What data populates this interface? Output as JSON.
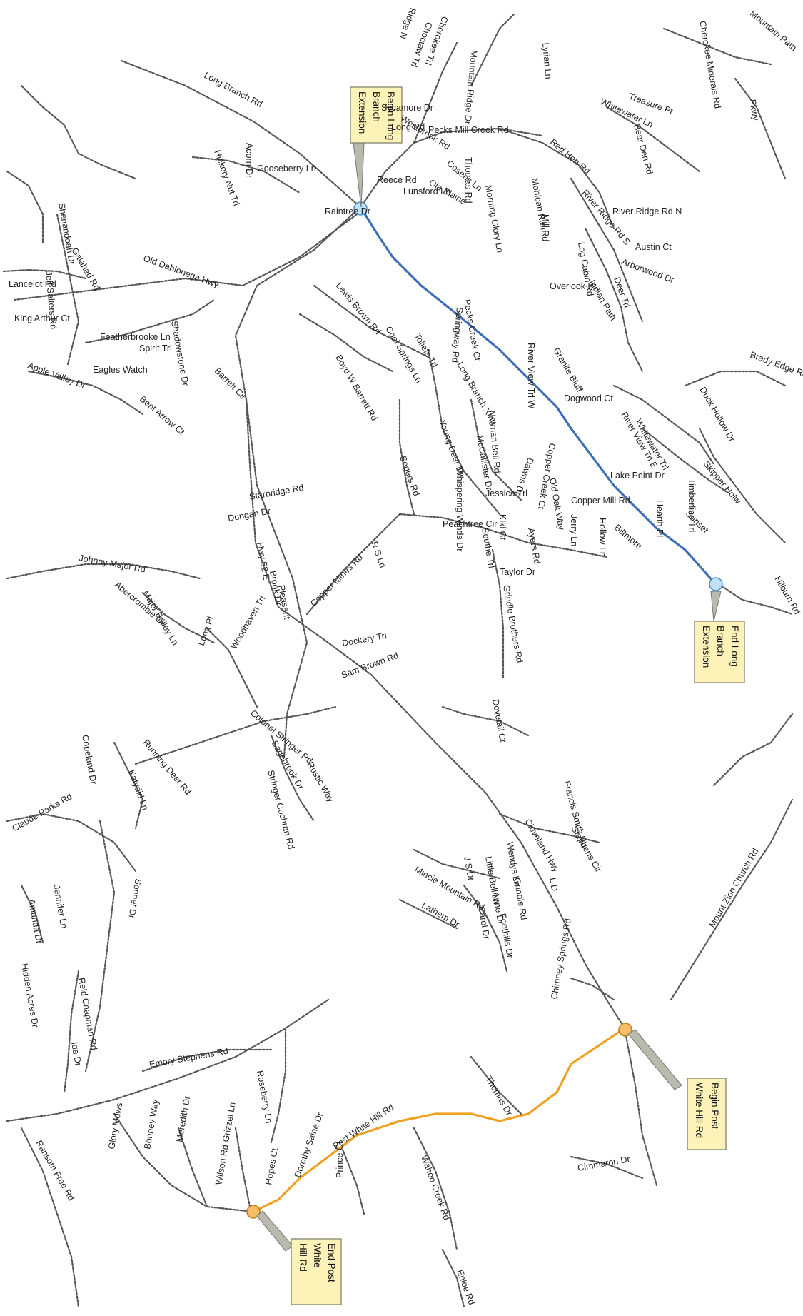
{
  "colors": {
    "road": "#555555",
    "long_branch_route": "#3d6fb8",
    "white_hill_route": "#f0a020",
    "callout_fill": "#fdf3b8",
    "blue_marker": "#bfe0f5",
    "orange_marker": "#f7be6a"
  },
  "callouts": {
    "begin_long_branch": [
      "Begin Long",
      "Branch",
      "Extension"
    ],
    "end_long_branch": [
      "End Long",
      "Branch",
      "Extension"
    ],
    "begin_post_white_hill": [
      "Begin Post",
      "White Hill Rd"
    ],
    "end_post_white_hill": [
      "End Post",
      "White",
      "Hill Rd"
    ]
  },
  "roads": {
    "long_branch_rd": "Long Branch Rd",
    "long_rd": "Long Rd",
    "pecks_mill_creek_rd": "Pecks Mill Creek Rd",
    "sycamore_dr": "Sycamore Dr",
    "westbrook_rd": "Westbrook Rd",
    "thomas_rd": "Thomas Rd",
    "cherokee_trl": "Cherokee Trl",
    "choctaw_trl": "Choctaw Trl",
    "ridge_n": "Ridge N",
    "mountain_ridge_dr": "Mountain Ridge Dr",
    "lyrian_ln": "Lyrian Ln",
    "treasure_pt": "Treasure Pt",
    "whitewater_ln": "Whitewater Ln",
    "bear_den_rd": "Bear Den Rd",
    "cherokee_minerals_rd": "Cherokee Minerals Rd",
    "mountain_path": "Mountain Path",
    "pkwy": "Pkwy",
    "reece_rd": "Reece Rd",
    "lunsford_ln": "Lunsford Ln",
    "ola_blaine": "Ola Blaine",
    "cosens_ln": "Cosens Ln",
    "morning_glory_ln": "Morning Glory Ln",
    "red_hen_rd": "Red Hen Rd",
    "mohican_run": "Mohican Run",
    "mill_rd": "Mill Rd",
    "river_ridge_rd_s": "River Ridge Rd S",
    "river_ridge_rd_n": "River Ridge Rd N",
    "austin_ct": "Austin Ct",
    "arborwood_dr": "Arborwood Dr",
    "log_cabin_rd": "Log Cabin Rd",
    "overlook_pt": "Overlook Pt",
    "indian_path": "Indian Path",
    "deer_trl": "Deer Trl",
    "gooseberry_ln": "Gooseberry Ln",
    "acorn_dr": "Acorn Dr",
    "hickory_nut_trl": "Hickory Nut Trl",
    "raintree_dr": "Raintree Dr",
    "shenandoah_dr": "Shenandoah Dr",
    "galahad_rd": "Galahad Rd",
    "lancelot_rd": "Lancelot Rd",
    "jeff_salters_rd": "Jeff Salters Rd",
    "king_arthur_ct": "King Arthur Ct",
    "old_dahlonega_hwy": "Old Dahlonega Hwy",
    "featherbrooke_ln": "Featherbrooke Ln",
    "shadowstone_dr": "Shadowstone Dr",
    "spirit_trl": "Spirit Trl",
    "apple_valley_dr": "Apple Valley Dr",
    "eagles_watch": "Eagles Watch",
    "bent_arrow_ct": "Bent Arrow Ct",
    "barrett_cir": "Barrett Cir",
    "lewis_brown_rd": "Lewis Brown Rd",
    "cool_springs_ln": "Cool Springs Ln",
    "toliefs_trl": "Toliefs Trl",
    "boyd_w_barrett_rd": "Boyd W Barrett Rd",
    "pecks_creek_ct": "Pecks Creek Ct",
    "springway_rd": "Springway Rd",
    "long_branch_xing": "Long Branch Xing",
    "river_view_trl_w": "River View Trl W",
    "granite_bluff": "Granite Bluff",
    "brady_edge_rd": "Brady Edge Rd",
    "duck_hollow_dr": "Duck Hollow Dr",
    "dogwood_ct": "Dogwood Ct",
    "river_view_trl_e": "River View Trl E",
    "copper_creek_ct": "Copper Creek Ct",
    "whitewater_trl": "Whitewater Trl",
    "skipper_holw": "Skipper Holw",
    "young_deer_dr": "Young Deer Dr",
    "norman_bell_rd": "Norman Bell Rd",
    "mccallister_dr": "McCallister Dr",
    "dawns_dr": "Dawns Dr",
    "whispering_winds_dr": "Whispering Winds Dr",
    "old_oak_way": "Old Oak Way",
    "lake_point_dr": "Lake Point Dr",
    "timberline_trl": "Timberline Trl",
    "hearth_pl": "Hearth Pl",
    "sunset": "Sunset",
    "jessica_trl": "Jessica Trl",
    "kiki_ct": "Kiki Ct",
    "ayers_rd": "Ayers Rd",
    "jerry_ln": "Jerry Ln",
    "copper_mill_rd": "Copper Mill Rd",
    "hollow_ln": "Hollow Ln",
    "biltmore": "Biltmore",
    "hilburn_rd": "Hilburn Rd",
    "segers_rd": "Segers Rd",
    "peachtree_cir": "Peachtree Cir",
    "southe_trl": "Southe Trl",
    "taylor_dr": "Taylor Dr",
    "grindle_brothers_rd": "Grindle Brothers Rd",
    "starbridge_rd": "Starbridge Rd",
    "dungan_dr": "Dungan Dr",
    "hwy_52_e": "Hwy 52 E",
    "brook_dr": "Brook Dr",
    "pleasant": "Pleasant",
    "r_s_ln": "R S Ln",
    "copper_mines_rd": "Copper Mines Rd",
    "dockery_trl": "Dockery Trl",
    "sam_brown_rd": "Sam Brown Rd",
    "dovetail_ct": "Dovetail Ct",
    "johnny_major_rd": "Johnny Major Rd",
    "abercrombie_cir": "Abercrombie Cir",
    "major_bailey_ln": "Major Bailey Ln",
    "long_pl": "Long Pl",
    "woodhaven_trl": "Woodhaven Trl",
    "colonel_stringer_rd": "Colonel Stringer Rd",
    "sagebrook_dr": "Sagebrook Dr",
    "stringer_cochran_rd": "Stringer Cochran Rd",
    "rustic_way": "Rustic Way",
    "running_deer_rd": "Running Deer Rd",
    "katydid_ln": "Katydid Ln",
    "copeland_dr": "Copeland Dr",
    "claude_parks_rd": "Claude Parks Rd",
    "sonnet_dr": "Sonnet Dr",
    "amanda_dr": "Amanda Dr",
    "jennifer_ln": "Jennifer Ln",
    "hidden_acres_dr": "Hidden Acres Dr",
    "reid_chapman_rd": "Reid Chapman Rd",
    "ida_dr": "Ida Dr",
    "francis_smith_rd": "Francis Smith Rd",
    "cleveland_hwy": "Cleveland Hwy",
    "stephens_cir": "Stephens Cir",
    "wendys_ln": "Wendys Ln",
    "little_bell_ln": "Little Bell Ln",
    "j_s_dr": "J S Dr",
    "mincie_mountain_rd": "Mincie Mountain Rd",
    "grindle_rd": "Grindle Rd",
    "l_d": "L D",
    "anne_dr": "Anne Dr",
    "carol_dr": "Carol Dr",
    "foothills_dr": "Foothills Dr",
    "lathem_dr": "Lathem Dr",
    "mount_zion_church_rd": "Mount Zion Church Rd",
    "chimney_springs_rd": "Chimney Springs Rd",
    "emory_stephens_rd": "Emory Stephens Rd",
    "roseberry_ln": "Roseberry Ln",
    "glory_mdws": "Glory Mdws",
    "bonney_way": "Bonney Way",
    "meredith_dr": "Meredith Dr",
    "grizzel_ln": "Grizzel Ln",
    "wilson_rd": "Wilson Rd",
    "hopes_ct": "Hopes Ct",
    "dorothy_saine_dr": "Dorothy Saine Dr",
    "prince_ct": "Prince Ct",
    "post_white_hill_rd": "Post White Hill Rd",
    "wahoo_creek_rd": "Wahoo Creek Rd",
    "thomas_dr": "Thomas Dr",
    "cimmaron_dr": "Cimmaron Dr",
    "enloe_rd": "Enloe Rd",
    "ransom_free_rd": "Ransom Free Rd"
  }
}
